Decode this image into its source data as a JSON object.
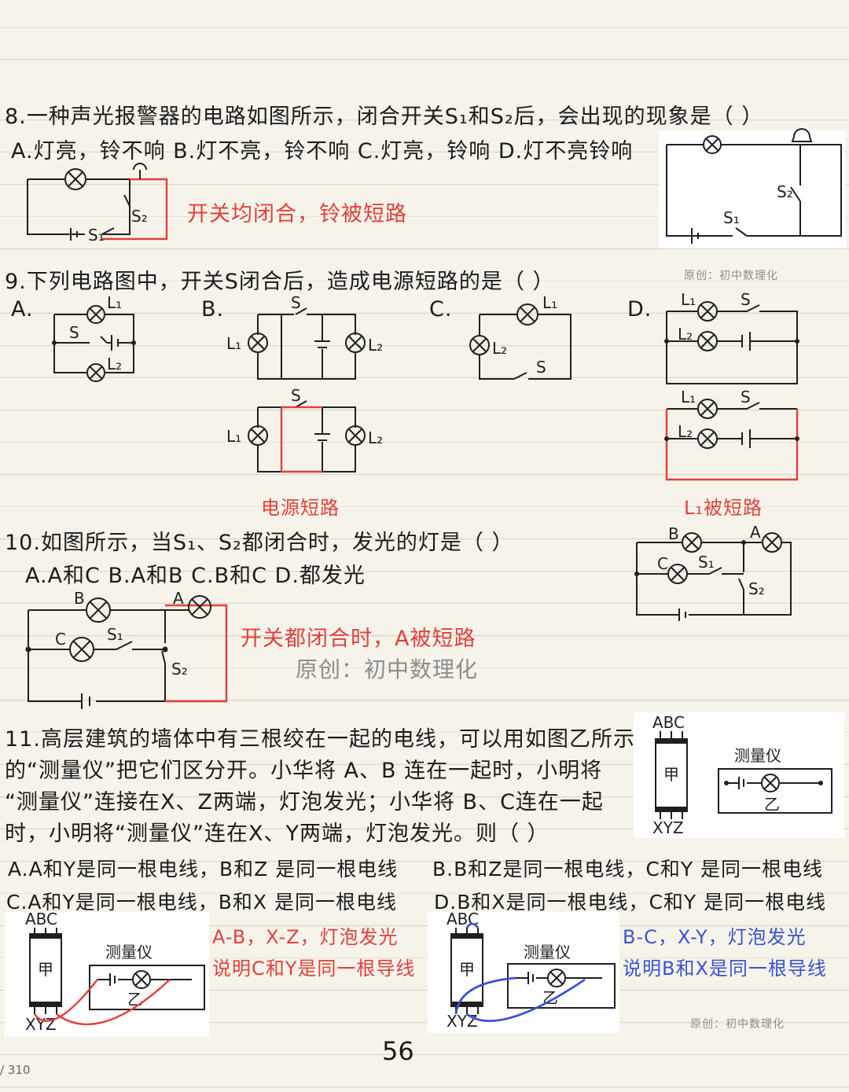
{
  "q8": {
    "stem": "8.一种声光报警器的电路如图所示，闭合开关S₁和S₂后，会出现的现象是（ ）",
    "options": "A.灯亮，铃不响 B.灯不亮，铃不响 C.灯亮，铃响 D.灯不亮铃响",
    "note": "开关均闭合，铃被短路",
    "label_s1": "S₁",
    "label_s2": "S₂",
    "credit": "原创：初中数理化"
  },
  "q9": {
    "stem": "9.下列电路图中，开关S闭合后，造成电源短路的是（ ）",
    "opt_a": "A.",
    "opt_b": "B.",
    "opt_c": "C.",
    "opt_d": "D.",
    "label_s": "S",
    "label_l1": "L₁",
    "label_l2": "L₂",
    "note_b": "电源短路",
    "note_d": "L₁被短路"
  },
  "q10": {
    "stem": "10.如图所示，当S₁、S₂都闭合时，发光的灯是（ ）",
    "options": "A.A和C B.A和B C.B和C D.都发光",
    "note": "开关都闭合时，A被短路",
    "watermark": "原创：初中数理化",
    "label_a": "A",
    "label_b": "B",
    "label_c": "C",
    "label_s1": "S₁",
    "label_s2": "S₂"
  },
  "q11": {
    "stem_lines": [
      "11.高层建筑的墙体中有三根绞在一起的电线，可以用如图乙所示",
      "的“测量仪”把它们区分开。小华将 A、B 连在一起时，小明将",
      "“测量仪”连接在X、Z两端，灯泡发光；小华将 B、C连在一起",
      "时，小明将“测量仪”连在X、Y两端，灯泡发光。则（ ）"
    ],
    "opt_a": "A.A和Y是同一根电线，B和Z 是同一根电线",
    "opt_b": "B.B和Z是同一根电线，C和Y 是同一根电线",
    "opt_c": "C.A和Y是同一根电线，B和X 是同一根电线",
    "opt_d": "D.B和X是同一根电线，C和Y 是同一根电线",
    "label_top": "ABC",
    "label_bottom": "XYZ",
    "label_jia": "甲",
    "label_yi": "乙",
    "label_meter": "测量仪",
    "red_note_1": "A-B，X-Z，灯泡发光",
    "red_note_2": "说明C和Y是同一根导线",
    "blue_note_1": "B-C，X-Y，灯泡发光",
    "blue_note_2": "说明B和X是同一根导线",
    "credit": "原创：初中数理化"
  },
  "page_number": "56",
  "pager": "/ 310",
  "colors": {
    "red": "#e1403b",
    "blue": "#3a52d4",
    "ink": "#1b1b1b"
  }
}
